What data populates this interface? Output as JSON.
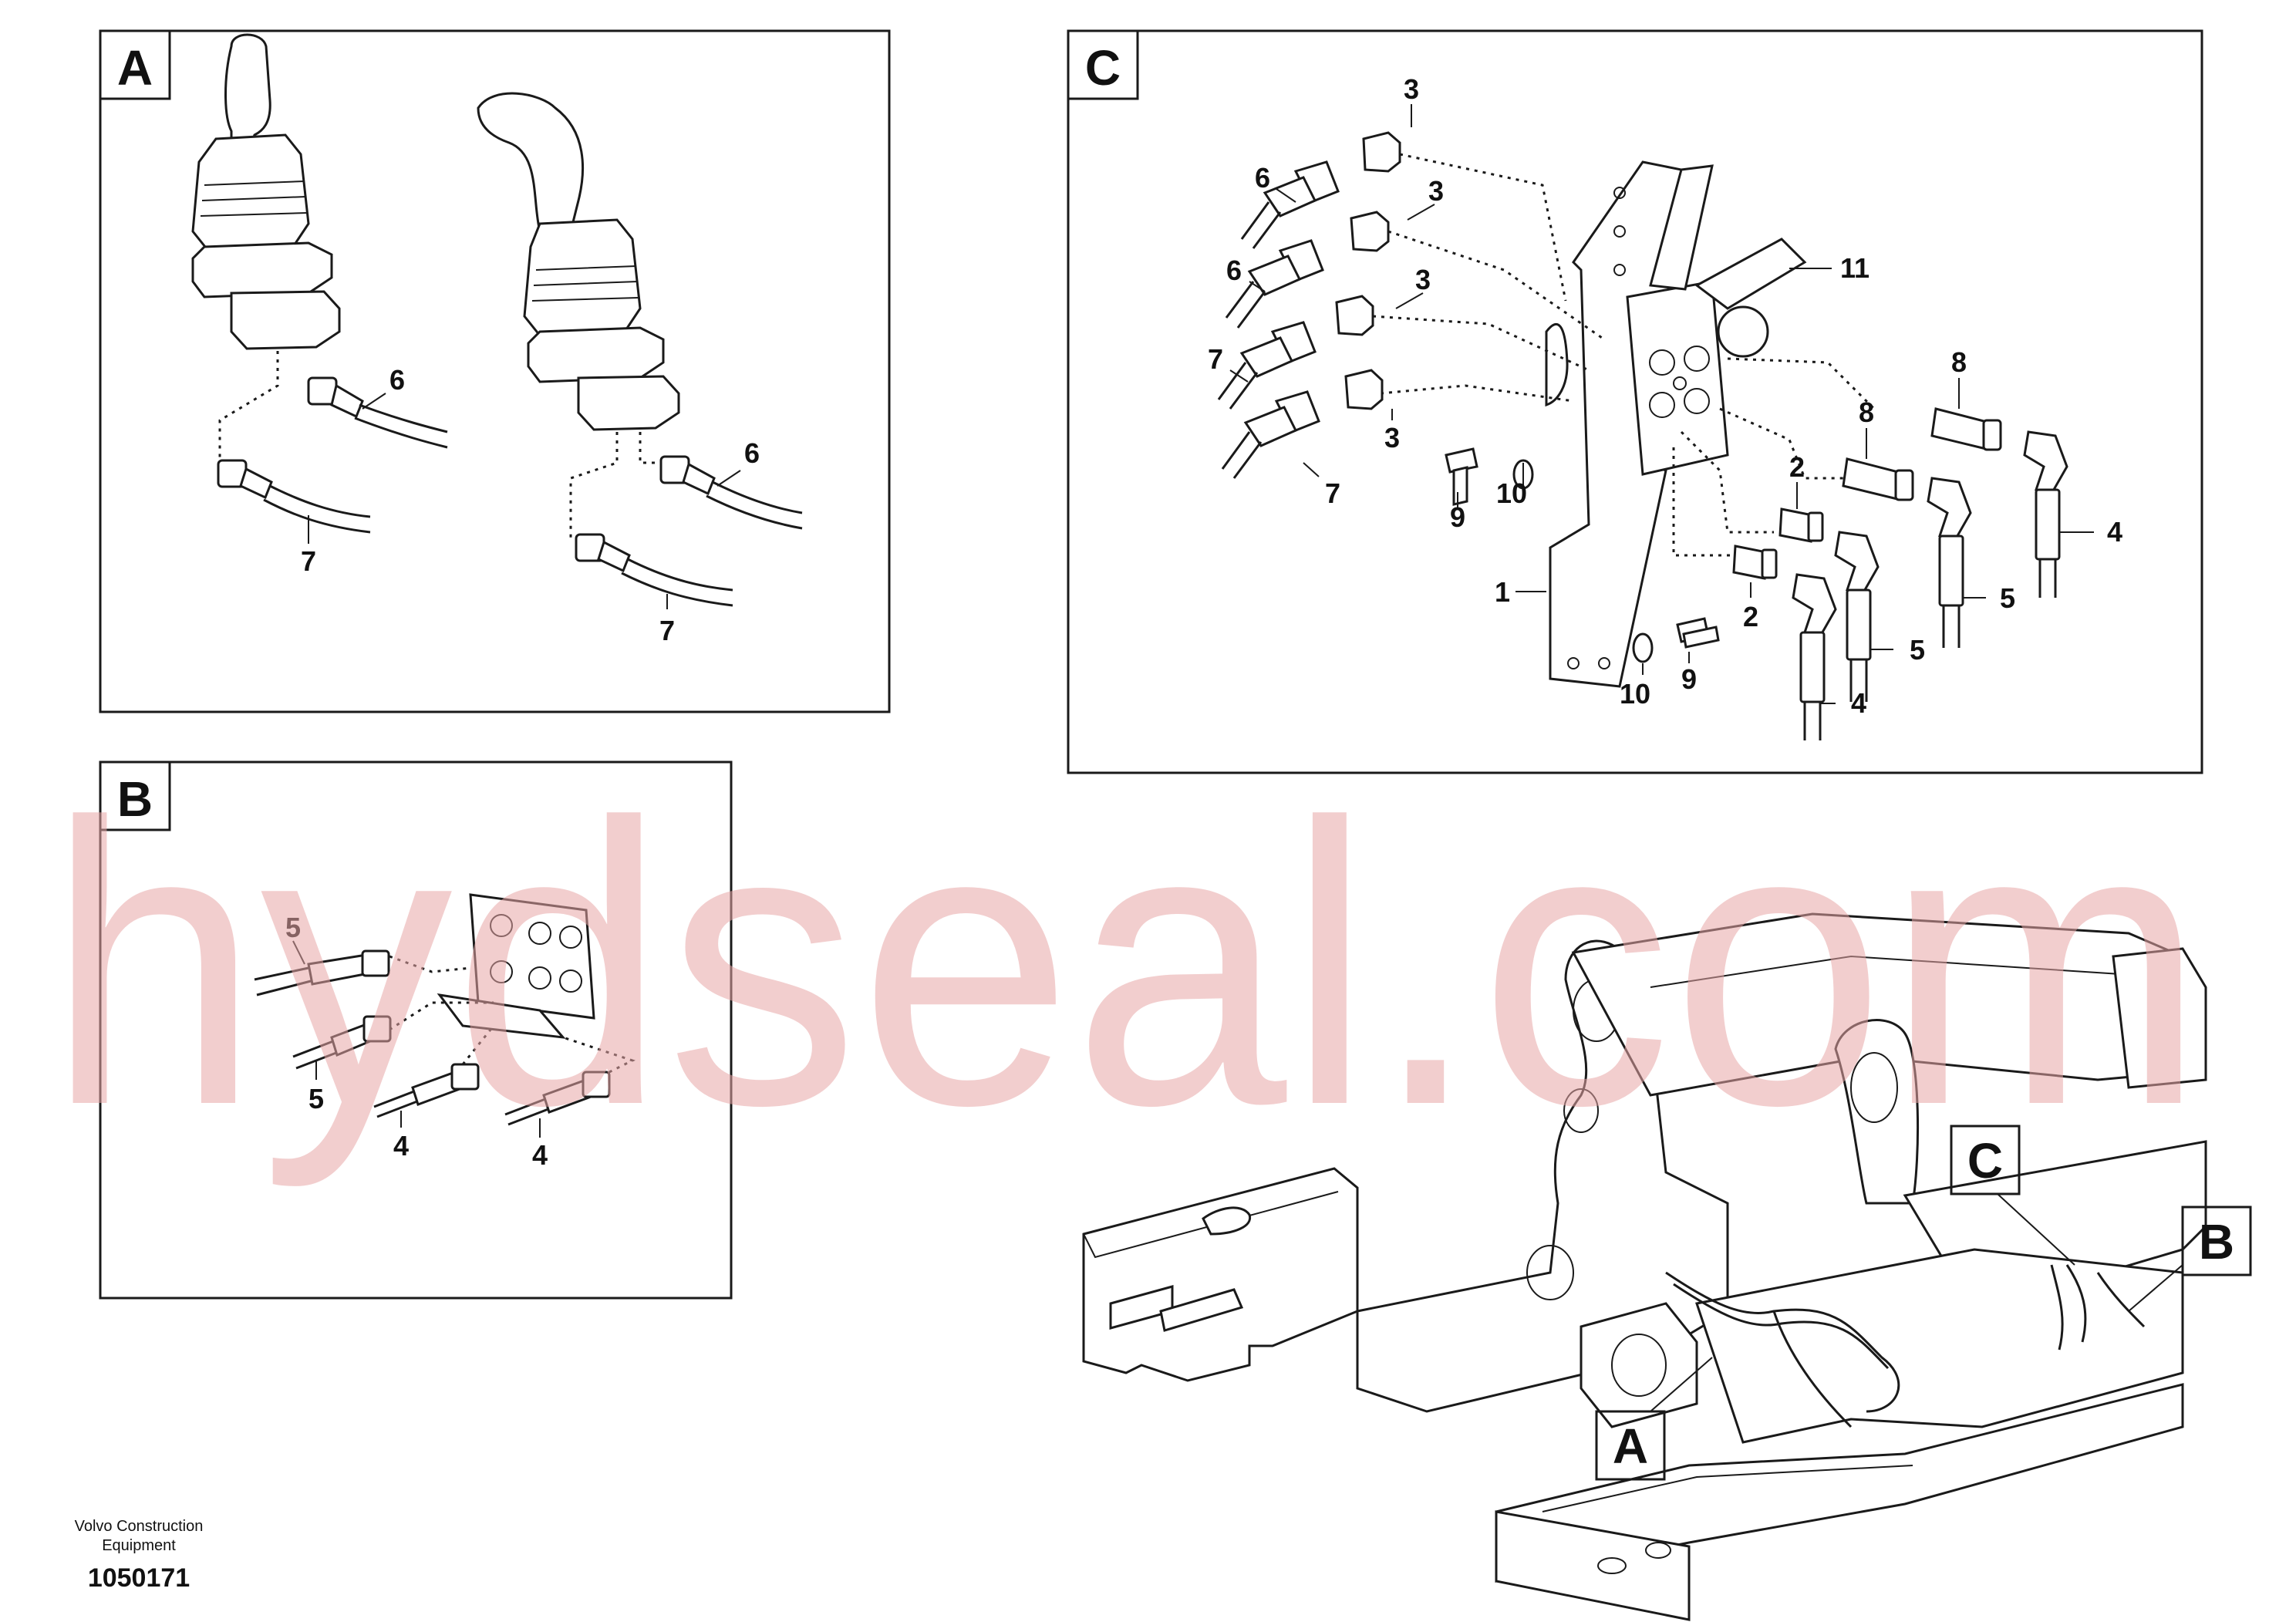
{
  "panels": {
    "A": {
      "label": "A",
      "callouts": [
        "6",
        "7",
        "6",
        "7"
      ]
    },
    "B": {
      "label": "B",
      "callouts": [
        "5",
        "5",
        "4",
        "4"
      ]
    },
    "C": {
      "label": "C",
      "callouts": [
        "3",
        "3",
        "3",
        "3",
        "6",
        "6",
        "7",
        "7",
        "11",
        "8",
        "8",
        "2",
        "2",
        "4",
        "4",
        "5",
        "5",
        "1",
        "9",
        "9",
        "10",
        "10"
      ]
    }
  },
  "overview": {
    "markers": [
      "C",
      "B",
      "A"
    ]
  },
  "footer": {
    "maker_line1": "Volvo Construction",
    "maker_line2": "Equipment",
    "drawing_number": "1050171"
  },
  "watermark": {
    "text": "hydseal.com"
  }
}
